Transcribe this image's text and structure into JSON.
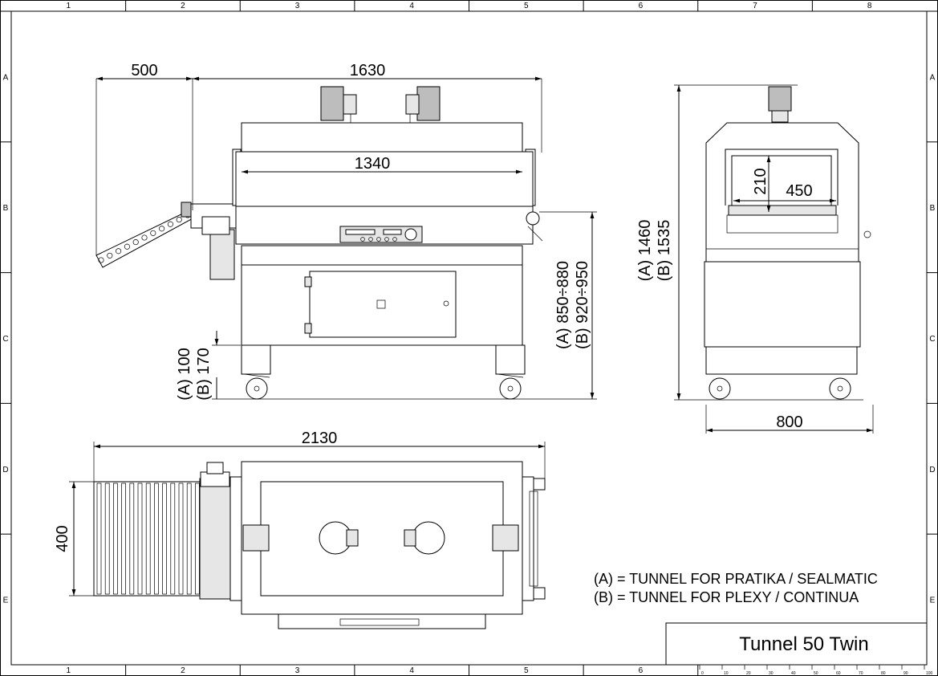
{
  "sheet": {
    "columns": [
      "1",
      "2",
      "3",
      "4",
      "5",
      "6",
      "7",
      "8"
    ],
    "rows": [
      "A",
      "B",
      "C",
      "D",
      "E"
    ],
    "bottom_columns": [
      "1",
      "2",
      "3",
      "4",
      "5",
      "6"
    ]
  },
  "title_block": {
    "title": "Tunnel 50 Twin",
    "scale_ticks": [
      "0",
      "10",
      "20",
      "30",
      "40",
      "50",
      "60",
      "70",
      "80",
      "90",
      "100"
    ]
  },
  "dimensions": {
    "front": {
      "conveyor_length": "500",
      "overall_length": "1630",
      "tunnel_length": "1340",
      "working_height_a": "(A) 850÷880",
      "working_height_b": "(B) 920÷950",
      "base_height_a": "(A) 100",
      "base_height_b": "(B) 170"
    },
    "side": {
      "opening_height": "210",
      "opening_width": "450",
      "overall_height_a": "(A) 1460",
      "overall_height_b": "(B) 1535",
      "overall_width": "800"
    },
    "top": {
      "overall_length": "2130",
      "conveyor_width": "400"
    }
  },
  "legend": {
    "line_a": "(A) = TUNNEL FOR PRATIKA / SEALMATIC",
    "line_b": "(B) = TUNNEL FOR PLEXY / CONTINUA"
  }
}
